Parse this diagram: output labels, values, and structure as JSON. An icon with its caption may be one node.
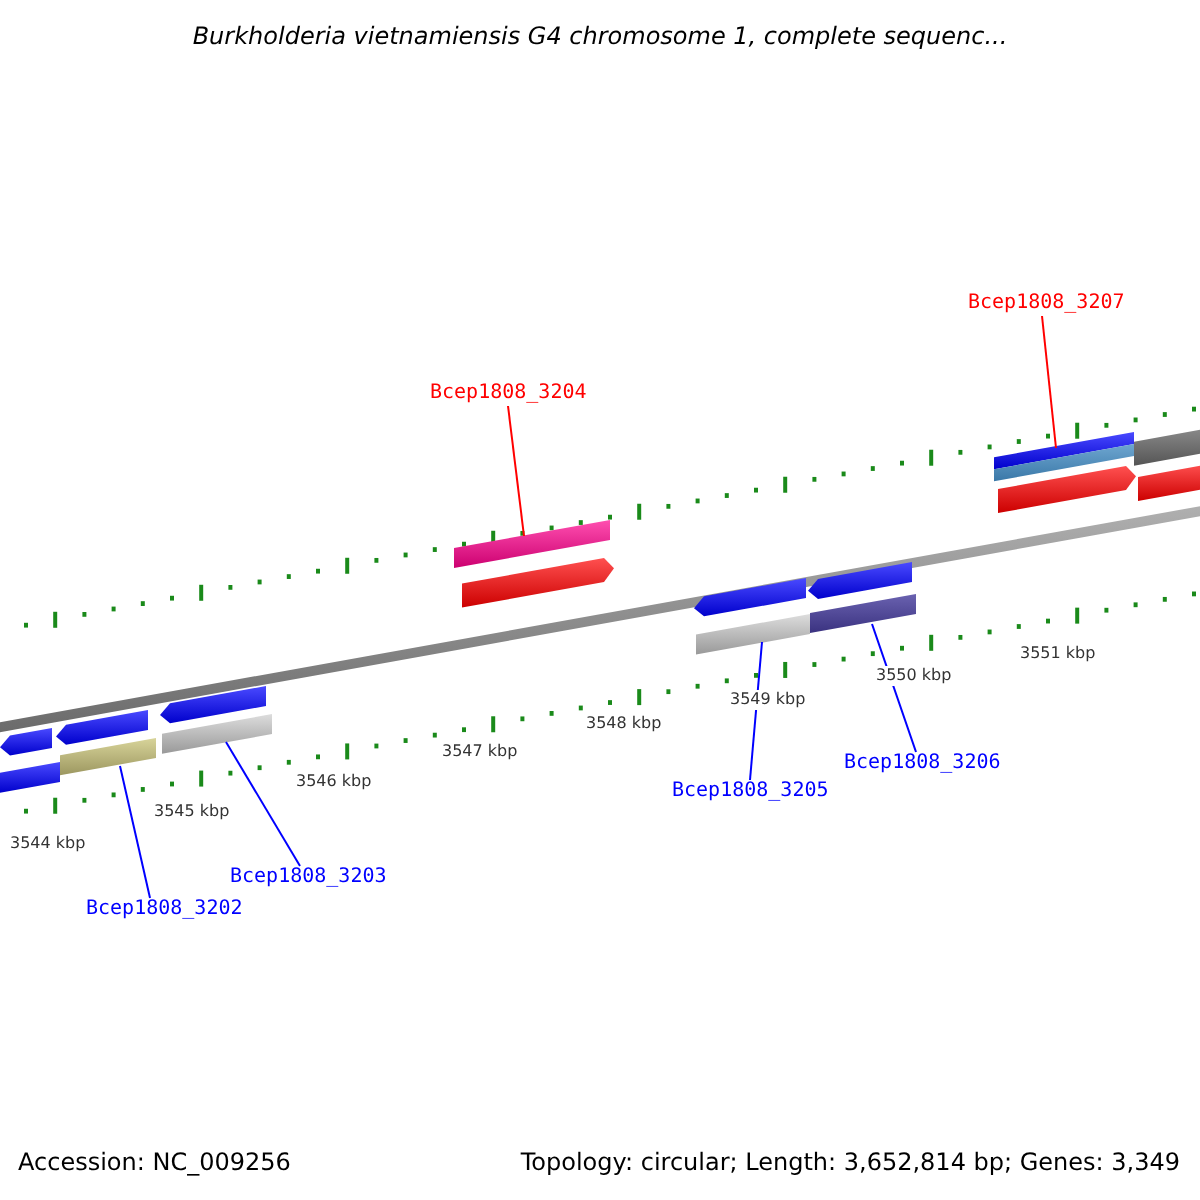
{
  "diagram": {
    "title": "Burkholderia vietnamiensis G4 chromosome 1, complete sequenc...",
    "nodes": [
      {
        "text": [
          "Bcep1808_3204"
        ]
      },
      {
        "text": [],
        "shape": "bar"
      },
      {
        "text": [
          "Bcep1808_3207"
        ]
      },
      {
        "text": [],
        "shape": "bar"
      },
      {
        "text": [
          "Bcep1808_3202"
        ]
      },
      {
        "text": [],
        "shape": "bar"
      },
      {
        "text": [
          "Bcep1808_3203"
        ]
      },
      {
        "text": [],
        "shape": "bar"
      },
      {
        "text": [
          "Bcep1808_3205"
        ]
      },
      {
        "text": [],
        "shape": "bar"
      },
      {
        "text": [
          "Bcep1808_3206"
        ]
      },
      {
        "text": [],
        "shape": "bar"
      },
      {
        "text": [],
        "shape": "arrow"
      },
      {
        "text": [],
        "shape": "bar"
      },
      {
        "text": [],
        "shape": "arrow"
      },
      {
        "text": [],
        "shape": "arrow"
      },
      {
        "text": [],
        "shape": "arrow"
      },
      {
        "text": [],
        "shape": "arrow"
      },
      {
        "text": [],
        "shape": "arrow"
      },
      {
        "text": [],
        "shape": "bar"
      },
      {
        "text": [],
        "shape": "bar"
      },
      {
        "text": [],
        "shape": "arrow"
      },
      {
        "text": [],
        "shape": "bar"
      }
    ],
    "edges": [
      {
        "from": 0,
        "to": 1,
        "arrow": "none",
        "color": "#ff0000"
      },
      {
        "from": 2,
        "to": 3,
        "arrow": "none",
        "color": "#ff0000"
      },
      {
        "from": 4,
        "to": 5,
        "arrow": "none"
      },
      {
        "from": 6,
        "to": 7,
        "arrow": "none"
      },
      {
        "from": 8,
        "to": 9,
        "arrow": "none"
      },
      {
        "from": 10,
        "to": 11,
        "arrow": "none"
      }
    ],
    "labels": [
      "3544 kbp",
      "3545 kbp",
      "3546 kbp",
      "3547 kbp",
      "3548 kbp",
      "3549 kbp",
      "3550 kbp",
      "3551 kbp",
      "Accession: NC_009256",
      "Topology: circular; Length: 3,652,814 bp; Genes: 3,349"
    ]
  }
}
